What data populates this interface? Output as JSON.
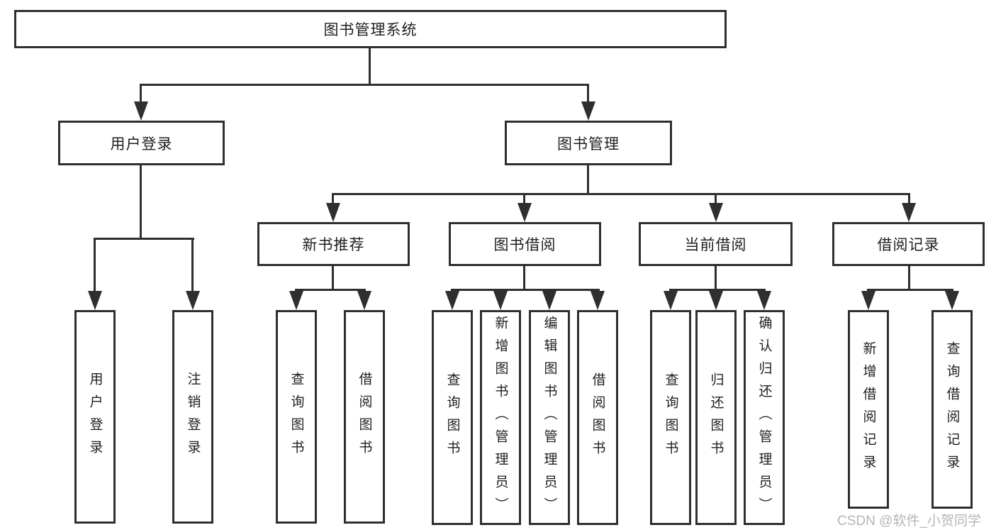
{
  "diagram": {
    "root": {
      "label": "图书管理系统"
    },
    "branches": [
      {
        "label": "用户登录",
        "children": [
          {
            "label": "用户登录"
          },
          {
            "label": "注销登录"
          }
        ]
      },
      {
        "label": "图书管理",
        "children": [
          {
            "label": "新书推荐",
            "children": [
              {
                "label": "查询图书"
              },
              {
                "label": "借阅图书"
              }
            ]
          },
          {
            "label": "图书借阅",
            "children": [
              {
                "label": "查询图书"
              },
              {
                "label": "新增图书（管理员）"
              },
              {
                "label": "编辑图书（管理员）"
              },
              {
                "label": "借阅图书"
              }
            ]
          },
          {
            "label": "当前借阅",
            "children": [
              {
                "label": "查询图书"
              },
              {
                "label": "归还图书"
              },
              {
                "label": "确认归还（管理员）"
              }
            ]
          },
          {
            "label": "借阅记录",
            "children": [
              {
                "label": "新增借阅记录"
              },
              {
                "label": "查询借阅记录"
              }
            ]
          }
        ]
      }
    ]
  },
  "watermark": {
    "text": "CSDN @软件_小贺同学",
    "color": "#b5b5b5"
  },
  "colors": {
    "line": "#2f2f2f",
    "text": "#1f1f1f",
    "background": "#ffffff"
  }
}
